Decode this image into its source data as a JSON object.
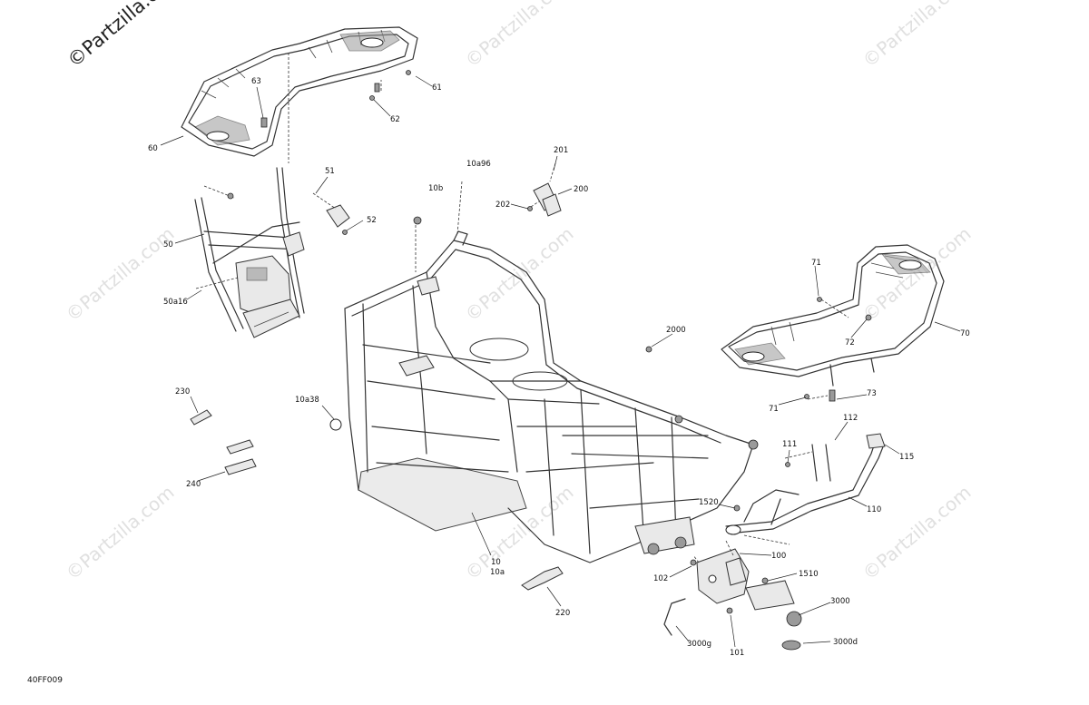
{
  "copyright": "©Partzilla.co",
  "watermark": "©Partzilla.com",
  "diagram_code": "40FF009",
  "callouts": {
    "c60": "60",
    "c61": "61",
    "c62": "62",
    "c63": "63",
    "c51": "51",
    "c52": "52",
    "c50": "50",
    "c50a16": "50a16",
    "c201": "201",
    "c200": "200",
    "c202": "202",
    "c10a96": "10a96",
    "c10b": "10b",
    "c71a": "71",
    "c70": "70",
    "c72": "72",
    "c2000": "2000",
    "c71b": "71",
    "c73": "73",
    "c230": "230",
    "c240": "240",
    "c10a38": "10a38",
    "c112": "112",
    "c111": "111",
    "c115": "115",
    "c1520": "1520",
    "c110": "110",
    "c100": "100",
    "c102": "102",
    "c1510": "1510",
    "c3000": "3000",
    "c3000d": "3000d",
    "c3000g": "3000g",
    "c101": "101",
    "c220": "220",
    "c10": "10",
    "c10a": "10a"
  }
}
